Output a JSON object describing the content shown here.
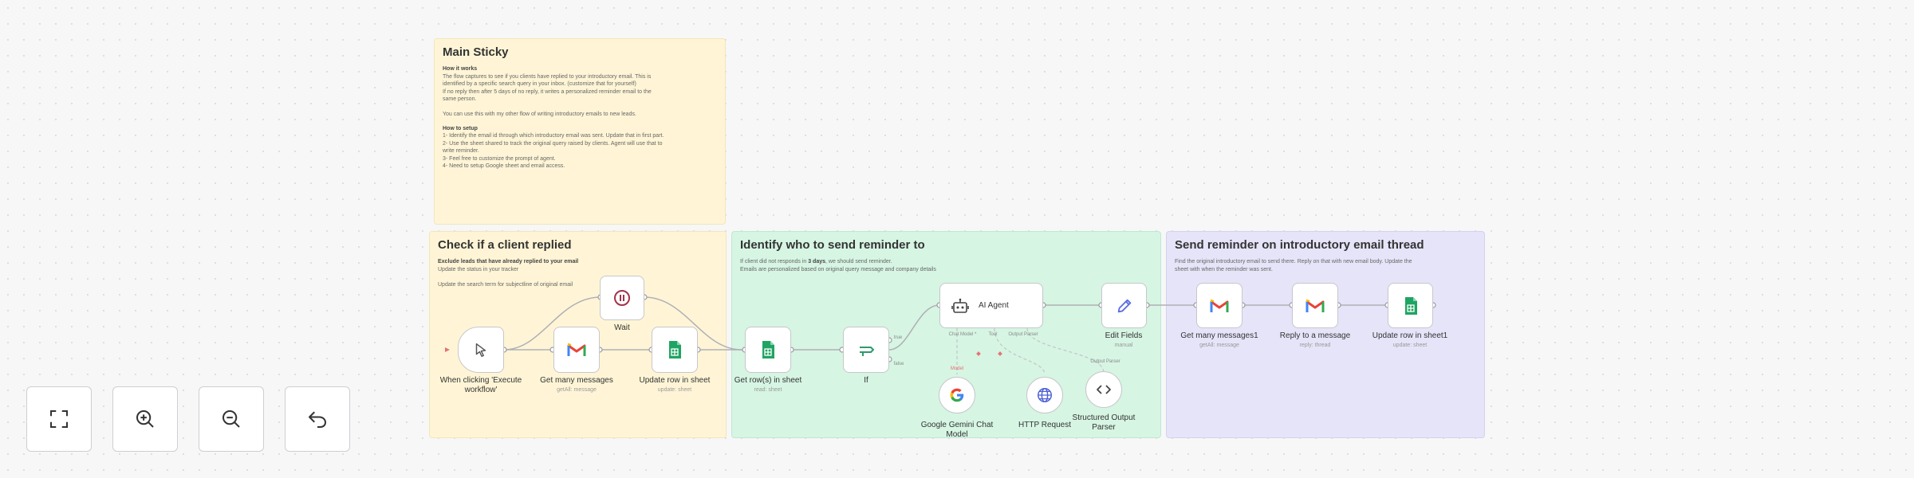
{
  "stickies": {
    "main": {
      "title": "Main Sticky",
      "how_heading": "How it works",
      "how_text": "The flow captures to see if you clients have replied to your introductory email. This is\nidentified by a specific search query in your inbox. (customize that for yourself)\nIf no reply then after 5 days of no reply, it writes a personalized reminder email to the\nsame person.\n\nYou can use this with my other flow of writing introductory emails to new leads.",
      "setup_heading": "How to setup",
      "setup_text": "1- Identify the email id through which introductory email was sent. Update that in first part.\n2- Use the sheet shared to track the original query raised by clients. Agent will use that to\nwrite reminder.\n3- Feel free to customize the prompt of agent.\n4- Need to setup Google sheet and email access."
    },
    "check": {
      "title": "Check if a client replied",
      "line1": "Exclude leads that have already replied to your email",
      "line2": "Update the status in your tracker\n\nUpdate the search term for subjectline of original email"
    },
    "identify": {
      "title": "Identify who to send reminder to",
      "text_prefix": "If client did not responds in ",
      "text_bold": "3 days",
      "text_suffix": ", we should send reminder.",
      "line2": "Emails are personalized based on original query message and company details"
    },
    "send": {
      "title": "Send reminder on introductory email thread",
      "text": "Find the original introductory email to send there. Reply on that with new email body. Update the\nsheet with when the reminder was sent."
    }
  },
  "nodes": {
    "trigger": {
      "label": "When clicking 'Execute workflow'"
    },
    "wait": {
      "label": "Wait"
    },
    "get_messages": {
      "label": "Get many messages",
      "sub": "getAll: message"
    },
    "update_row_1": {
      "label": "Update row in sheet",
      "sub": "update: sheet"
    },
    "get_rows": {
      "label": "Get row(s) in sheet",
      "sub": "read: sheet"
    },
    "if_node": {
      "label": "If",
      "true_label": "true",
      "false_label": "false"
    },
    "agent": {
      "label": "AI Agent",
      "ports": [
        "Chat Model *",
        "Tool",
        "Output Parser"
      ]
    },
    "gemini": {
      "label": "Google Gemini Chat Model",
      "port": "Model"
    },
    "http": {
      "label": "HTTP Request"
    },
    "parser": {
      "label": "Structured Output Parser",
      "port": "Output Parser"
    },
    "edit_fields": {
      "label": "Edit Fields",
      "sub": "manual"
    },
    "get_messages_1": {
      "label": "Get many messages1",
      "sub": "getAll: message"
    },
    "reply": {
      "label": "Reply to a message",
      "sub": "reply: thread"
    },
    "update_row_2": {
      "label": "Update row in sheet1",
      "sub": "update: sheet"
    }
  },
  "controls": [
    "fit-view",
    "zoom-in",
    "zoom-out",
    "undo"
  ],
  "colors": {
    "yellow_sticky": "#fff5d6",
    "green_sticky": "#d6f5e3",
    "purple_sticky": "#e6e4f8",
    "gmail_red": "#ea4335",
    "sheets_green": "#1fa463",
    "wait_red": "#a3334a",
    "edit_blue": "#5b6ee1",
    "http_blue": "#4c5fd5"
  }
}
